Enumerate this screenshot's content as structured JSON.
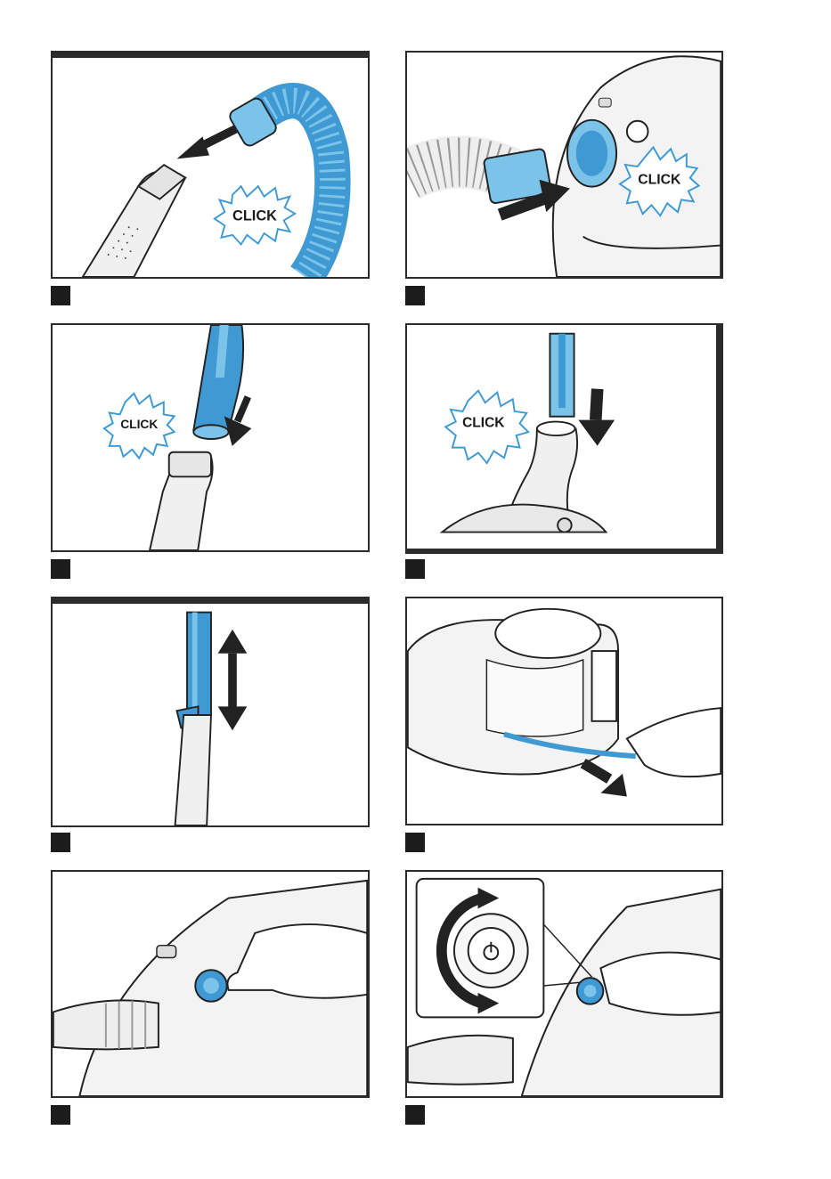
{
  "page": {
    "click_label": "CLICK",
    "colors": {
      "accent": "#3f9ad4",
      "accent_light": "#7cc3ea",
      "ink": "#1c1c1c",
      "grey": "#dcdcdc"
    },
    "panels": [
      {
        "id": 1,
        "illustration": "hose-connect-handle",
        "badge": "CLICK"
      },
      {
        "id": 2,
        "illustration": "hose-insert-vacuum",
        "badge": "CLICK"
      },
      {
        "id": 3,
        "illustration": "tube-attach-handle",
        "badge": "CLICK"
      },
      {
        "id": 4,
        "illustration": "tube-attach-floor-nozzle",
        "badge": "CLICK"
      },
      {
        "id": 5,
        "illustration": "telescopic-tube-adjust"
      },
      {
        "id": 6,
        "illustration": "pull-out-power-cord"
      },
      {
        "id": 7,
        "illustration": "press-power-button"
      },
      {
        "id": 8,
        "illustration": "turn-power-regulator"
      }
    ]
  }
}
